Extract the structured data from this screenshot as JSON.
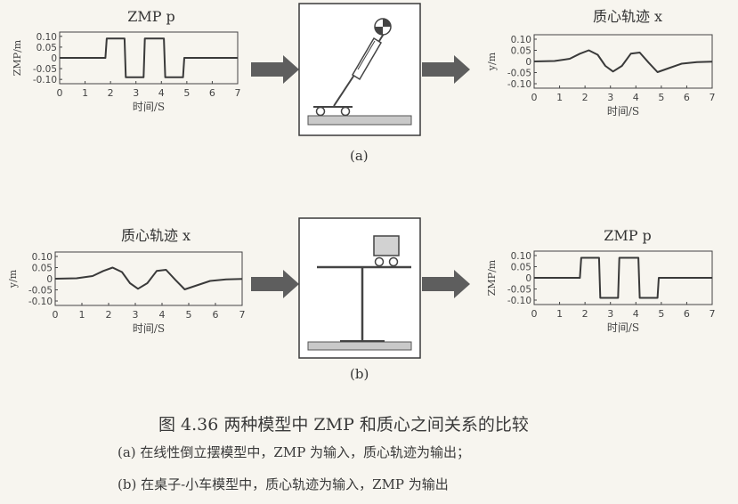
{
  "figure": {
    "caption_title": "图 4.36   两种模型中 ZMP 和质心之间关系的比较",
    "caption_a": "(a) 在线性倒立摆模型中，ZMP 为输入，质心轨迹为输出；",
    "caption_b": "(b) 在桌子-小车模型中，质心轨迹为输入，ZMP 为输出",
    "label_a": "(a)",
    "label_b": "(b)"
  },
  "panels": {
    "zmp_title": "ZMP  p",
    "com_title": "质心轨迹 x",
    "zmp_ylabel": "ZMP/m",
    "com_ylabel": "y/m",
    "xlabel": "时间/S"
  },
  "chart_data": [
    {
      "type": "line",
      "id": "a-input",
      "title": "ZMP  p",
      "xlabel": "时间/S",
      "ylabel": "ZMP/m",
      "xlim": [
        0,
        7
      ],
      "ylim": [
        -0.12,
        0.12
      ],
      "xticks": [
        0,
        1,
        2,
        3,
        4,
        5,
        6,
        7
      ],
      "yticks": [
        0.1,
        0.05,
        0,
        -0.05,
        -0.1
      ],
      "ytick_labels": [
        "0.10",
        "0.05",
        "0",
        "-0.05",
        "-0.10"
      ],
      "series": [
        {
          "x": [
            0,
            1.8,
            1.85,
            2.55,
            2.6,
            3.3,
            3.35,
            4.1,
            4.15,
            4.85,
            4.9,
            7
          ],
          "y": [
            0,
            0,
            0.09,
            0.09,
            -0.09,
            -0.09,
            0.09,
            0.09,
            -0.09,
            -0.09,
            0,
            0
          ]
        }
      ]
    },
    {
      "type": "line",
      "id": "a-output",
      "title": "质心轨迹 x",
      "xlabel": "时间/S",
      "ylabel": "y/m",
      "xlim": [
        0,
        7
      ],
      "ylim": [
        -0.12,
        0.12
      ],
      "xticks": [
        0,
        1,
        2,
        3,
        4,
        5,
        6,
        7
      ],
      "yticks": [
        0.1,
        0.05,
        0,
        -0.05,
        -0.1
      ],
      "ytick_labels": [
        "0.10",
        "0.05",
        "0",
        "-0.05",
        "-0.10"
      ],
      "series": [
        {
          "x": [
            0,
            0.8,
            1.4,
            1.8,
            2.15,
            2.5,
            2.8,
            3.1,
            3.45,
            3.8,
            4.15,
            4.5,
            4.85,
            5.3,
            5.8,
            6.4,
            7
          ],
          "y": [
            0,
            0.002,
            0.012,
            0.035,
            0.05,
            0.03,
            -0.02,
            -0.045,
            -0.02,
            0.035,
            0.04,
            -0.005,
            -0.048,
            -0.03,
            -0.01,
            -0.003,
            -0.001
          ]
        }
      ]
    },
    {
      "type": "line",
      "id": "b-input",
      "title": "质心轨迹 x",
      "xlabel": "时间/S",
      "ylabel": "y/m",
      "xlim": [
        0,
        7
      ],
      "ylim": [
        -0.12,
        0.12
      ],
      "xticks": [
        0,
        1,
        2,
        3,
        4,
        5,
        6,
        7
      ],
      "yticks": [
        0.1,
        0.05,
        0,
        -0.05,
        -0.1
      ],
      "ytick_labels": [
        "0.10",
        "0.05",
        "0",
        "-0.05",
        "-0.10"
      ],
      "series": [
        {
          "x": [
            0,
            0.8,
            1.4,
            1.8,
            2.15,
            2.5,
            2.8,
            3.1,
            3.45,
            3.8,
            4.15,
            4.5,
            4.85,
            5.3,
            5.8,
            6.4,
            7
          ],
          "y": [
            0,
            0.002,
            0.012,
            0.035,
            0.05,
            0.03,
            -0.02,
            -0.045,
            -0.02,
            0.035,
            0.04,
            -0.005,
            -0.048,
            -0.03,
            -0.01,
            -0.003,
            -0.001
          ]
        }
      ]
    },
    {
      "type": "line",
      "id": "b-output",
      "title": "ZMP  p",
      "xlabel": "时间/S",
      "ylabel": "ZMP/m",
      "xlim": [
        0,
        7
      ],
      "ylim": [
        -0.12,
        0.12
      ],
      "xticks": [
        0,
        1,
        2,
        3,
        4,
        5,
        6,
        7
      ],
      "yticks": [
        0.1,
        0.05,
        0,
        -0.05,
        -0.1
      ],
      "ytick_labels": [
        "0.10",
        "0.05",
        "0",
        "-0.05",
        "-0.10"
      ],
      "series": [
        {
          "x": [
            0,
            1.8,
            1.85,
            2.55,
            2.6,
            3.3,
            3.35,
            4.1,
            4.15,
            4.85,
            4.9,
            7
          ],
          "y": [
            0,
            0,
            0.09,
            0.09,
            -0.09,
            -0.09,
            0.09,
            0.09,
            -0.09,
            -0.09,
            0,
            0
          ]
        }
      ]
    }
  ],
  "colors": {
    "stroke": "#444444",
    "arrow": "#5e5e5e",
    "floor": "#c9c9c9",
    "cart": "#d2d2d2",
    "box_border": "#3a3a3a",
    "box_fill": "#ffffff"
  }
}
